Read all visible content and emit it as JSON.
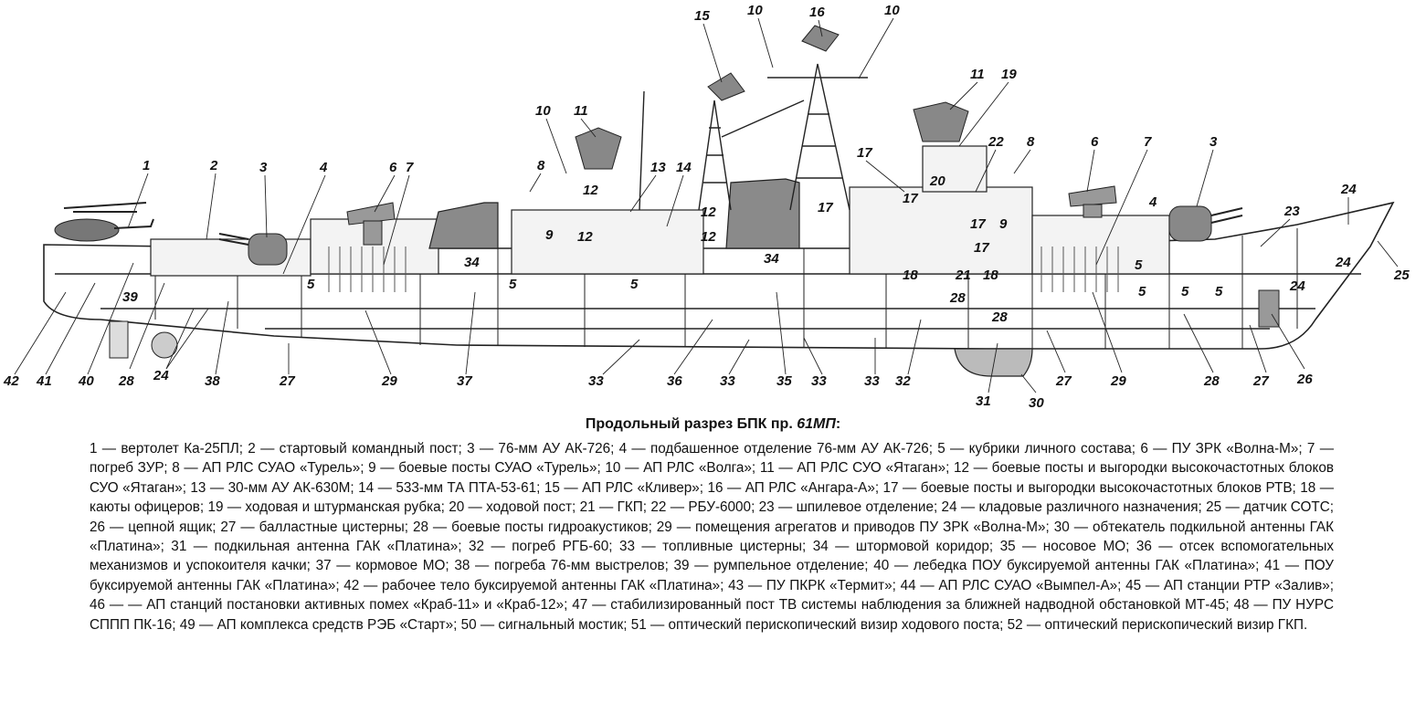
{
  "caption": {
    "prefix": "Продольный разрез БПК пр. ",
    "project": "61МП",
    "suffix": ":"
  },
  "labels": [
    "1",
    "2",
    "3",
    "4",
    "5",
    "6",
    "7",
    "8",
    "9",
    "10",
    "11",
    "12",
    "13",
    "14",
    "15",
    "16",
    "17",
    "18",
    "19",
    "20",
    "21",
    "22",
    "23",
    "24",
    "25",
    "26",
    "27",
    "28",
    "29",
    "30",
    "31",
    "32",
    "33",
    "34",
    "35",
    "36",
    "37",
    "38",
    "39",
    "40",
    "41",
    "42"
  ],
  "legend": "1 — вертолет Ка-25ПЛ; 2 — стартовый командный пост; 3 — 76-мм АУ АК-726; 4 — подбашенное отделение 76-мм АУ АК-726; 5 — кубрики личного состава; 6 — ПУ ЗРК «Волна-М»; 7 — погреб ЗУР; 8 — АП РЛС СУАО «Турель»; 9 — боевые посты СУАО «Турель»; 10 — АП РЛС «Волга»; 11 — АП РЛС СУО «Ятаган»; 12 — боевые посты и выгородки высокочастотных блоков СУО «Ятаган»; 13 — 30-мм АУ АК-630М; 14 — 533-мм ТА ПТА-53-61; 15 — АП РЛС «Кливер»; 16 — АП РЛС «Ангара-А»; 17 — боевые посты и выгородки высокочастотных блоков РТВ; 18 — каюты офицеров; 19 — ходовая и штурманская рубка; 20 — ходовой пост; 21 — ГКП; 22 — РБУ-6000; 23 — шпилевое отделение; 24 — кладовые различного назначения; 25 — датчик СОТС; 26 — цепной ящик; 27 — балластные цистерны; 28 — боевые посты гидроакустиков; 29 — помещения агрегатов и приводов ПУ ЗРК «Волна-М»; 30 — обтекатель подкильной антенны ГАК «Платина»; 31 — подкильная антенна ГАК «Платина»; 32 — погреб РГБ-60; 33 — топливные цистерны; 34 — штормовой коридор; 35 — носовое МО; 36 — отсек вспомогательных механизмов и успокоителя качки; 37 — кормовое МО; 38 — погреба 76-мм выстрелов; 39 — румпельное отделение; 40 — лебедка ПОУ буксируемой антенны ГАК «Платина»; 41 — ПОУ буксируемой антенны ГАК «Платина»; 42 — рабочее тело буксируемой антенны ГАК «Платина»; 43 — ПУ ПКРК «Термит»; 44 — АП РЛС СУАО «Вымпел-А»; 45 — АП станции РТР «Залив»; 46 — — АП станций постановки активных помех «Краб-11» и «Краб-12»; 47 — стабилизированный пост ТВ системы наблюдения за ближней надводной обстановкой МТ-45; 48 — ПУ НУРС СППП ПК-16; 49 — АП комплекса средств РЭБ «Старт»; 50 — сигнальный мостик; 51 — оптический перископический визир ходового поста; 52 — оптический перископический визир ГКП."
}
